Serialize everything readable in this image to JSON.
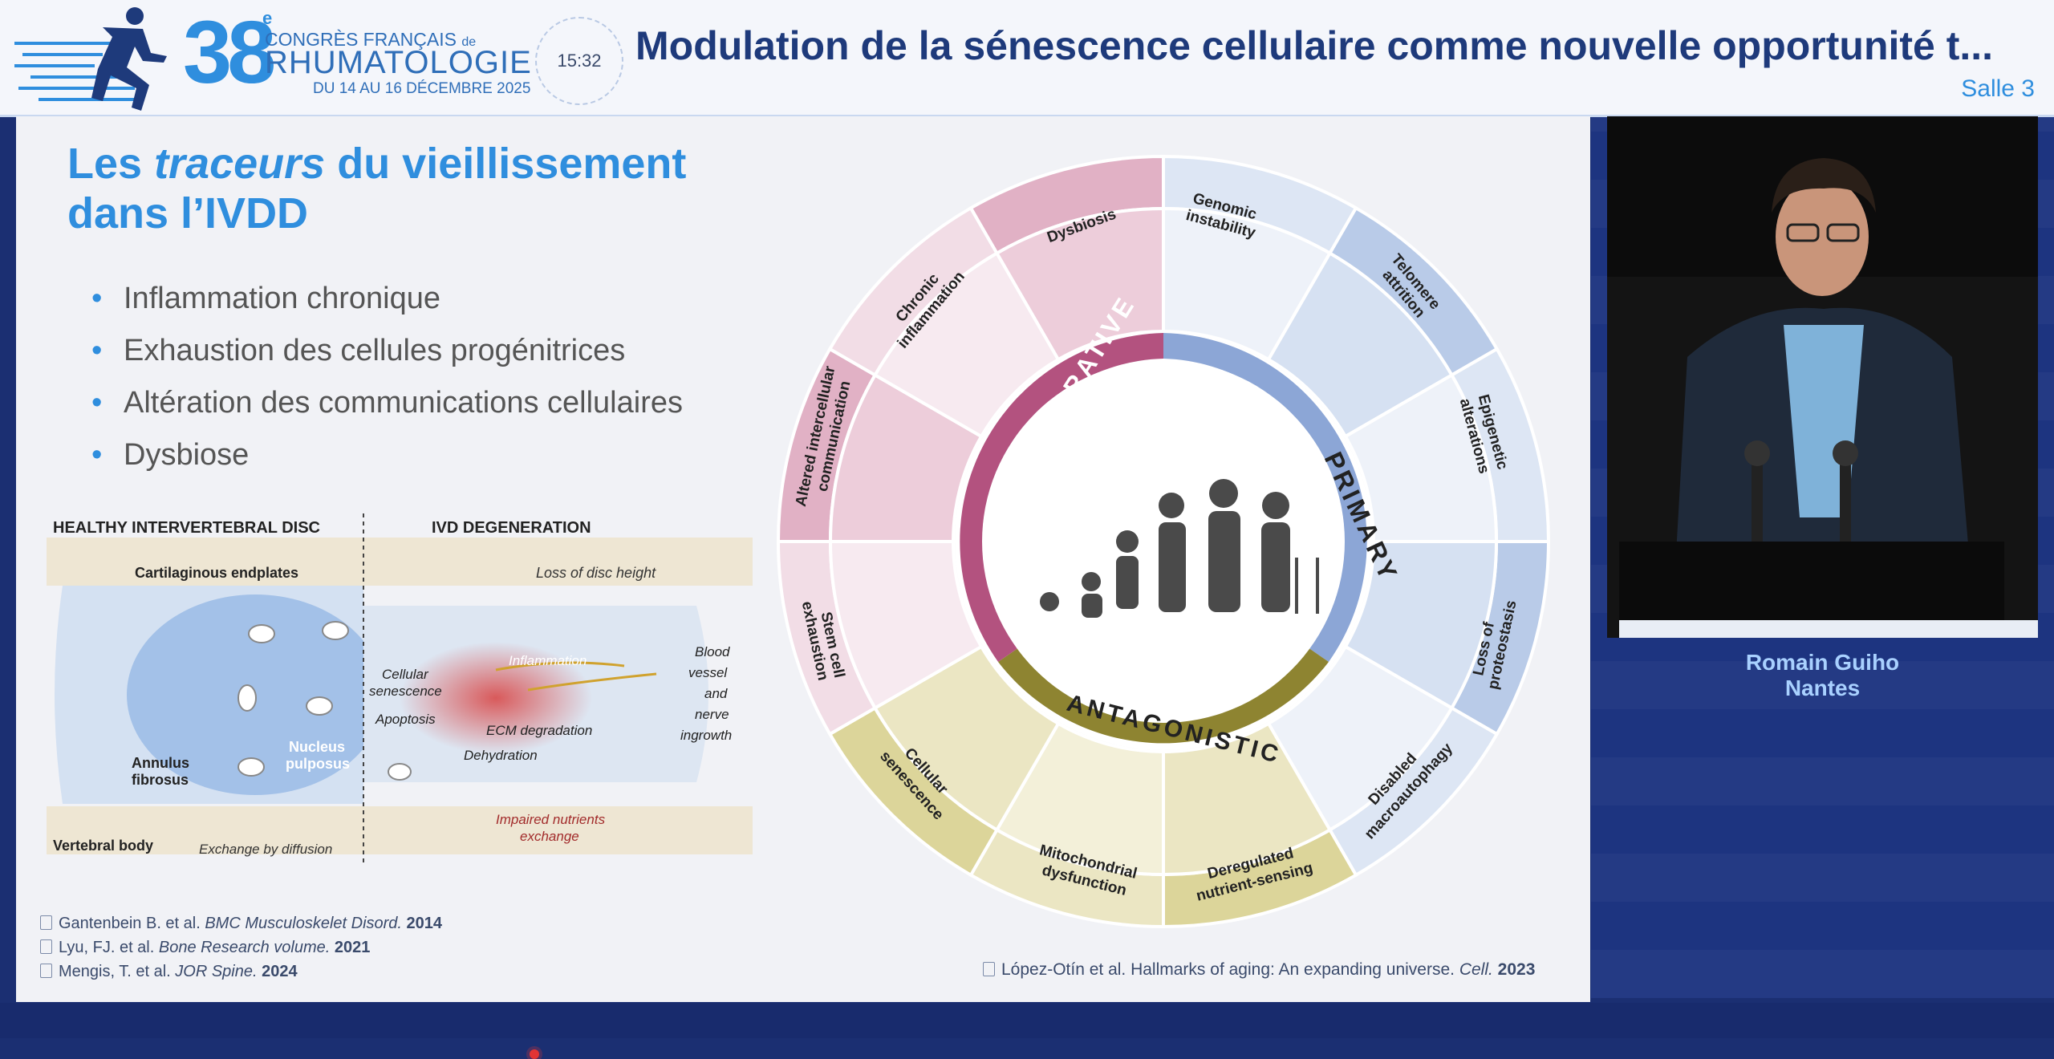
{
  "header": {
    "logo_number": "38",
    "logo_sup": "e",
    "logo_line1": "CONGRÈS FRANÇAIS",
    "logo_line1_small": "de",
    "logo_line2": "RHUMATOLOGIE",
    "logo_line3": "DU 14 AU 16 DÉCEMBRE 2025",
    "clock": "15:32",
    "title": "Modulation de la sénescence cellulaire comme nouvelle opportunité t...",
    "room": "Salle 3"
  },
  "slide": {
    "title_part1": "Les ",
    "title_em": "traceurs",
    "title_part2": " du vieillissement",
    "title_line2": "dans l’IVDD",
    "bullets": [
      "Inflammation chronique",
      "Exhaustion des cellules progénitrices",
      "Altération des communications cellulaires",
      "Dysbiose"
    ],
    "disc": {
      "healthy_title": "HEALTHY INTERVERTEBRAL DISC",
      "degen_title": "IVD DEGENERATION",
      "cartilaginous": "Cartilaginous endplates",
      "loss_height": "Loss of disc height",
      "cellular": "Cellular",
      "senescence": "senescence",
      "apoptosis": "Apoptosis",
      "inflammation": "Inflammation",
      "ecm": "ECM degradation",
      "dehydration": "Dehydration",
      "annulus1": "Annulus",
      "annulus2": "fibrosus",
      "nucleus1": "Nucleus",
      "nucleus2": "pulposus",
      "blood1": "Blood",
      "blood2": "vessel",
      "blood3": "and",
      "blood4": "nerve",
      "blood5": "ingrowth",
      "impaired1": "Impaired nutrients",
      "impaired2": "exchange",
      "vertebral": "Vertebral body",
      "diffusion": "Exchange by diffusion"
    },
    "references": [
      {
        "authors": "Gantenbein B. et al. ",
        "journal": "BMC Musculoskelet Disord.",
        "year": " 2014"
      },
      {
        "authors": "Lyu, FJ. et al. ",
        "journal": "Bone Research volume.",
        "year": " 2021"
      },
      {
        "authors": "Mengis, T. et al. ",
        "journal": "JOR Spine.",
        "year": " 2024"
      }
    ],
    "ref_right": {
      "text": "López-Otín et al. Hallmarks of aging: An expanding universe. ",
      "journal": "Cell.",
      "year": " 2023"
    },
    "wheel": {
      "integrative": "INTEGRATIVE",
      "primary": "PRIMARY",
      "antagonistic": "ANTAGONISTIC",
      "dysbiosis": "Dysbiosis",
      "genomic1": "Genomic",
      "genomic2": "instability",
      "telomere1": "Telomere",
      "telomere2": "attrition",
      "epigenetic1": "Epigenetic",
      "epigenetic2": "alterations",
      "proteostasis1": "Loss of",
      "proteostasis2": "proteostasis",
      "macro1": "Disabled",
      "macro2": "macroautophagy",
      "nutrient1": "Deregulated",
      "nutrient2": "nutrient-sensing",
      "mito1": "Mitochondrial",
      "mito2": "dysfunction",
      "cellsen1": "Cellular",
      "cellsen2": "senescence",
      "stem1": "Stem cell",
      "stem2": "exhaustion",
      "altered1": "Altered intercellular",
      "altered2": "communication",
      "chronic1": "Chronic",
      "chronic2": "inflammation"
    }
  },
  "speaker": {
    "name": "Romain Guiho",
    "city": "Nantes"
  },
  "colors": {
    "brand_blue": "#2f8ede",
    "navy": "#1e3a7b",
    "integrative": "#b3527f",
    "primary": "#8ca6d6",
    "antagonistic": "#8e8431"
  }
}
